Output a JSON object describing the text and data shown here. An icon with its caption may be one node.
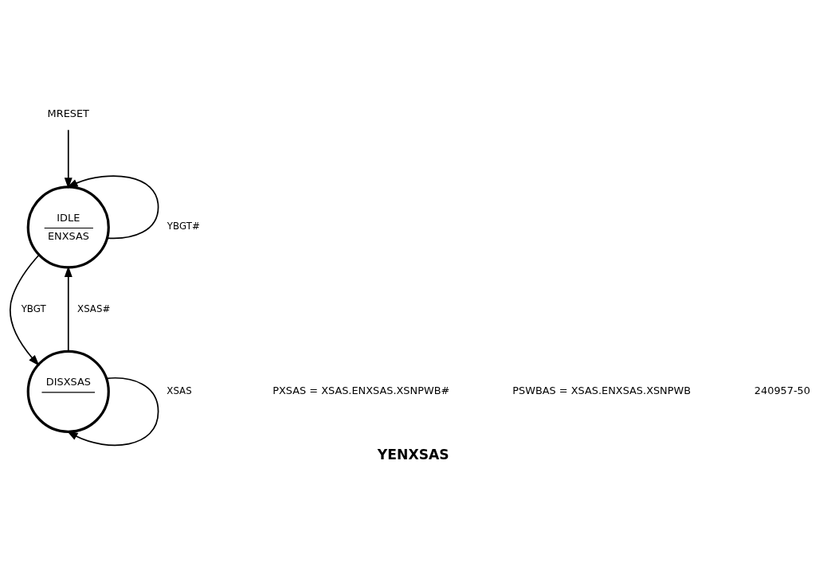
{
  "diagram": {
    "caption": "YENXSAS",
    "nodes": [
      {
        "text": [
          "MRESET"
        ]
      },
      {
        "text": [
          "IDLE",
          "ENXSAS"
        ]
      },
      {
        "text": [
          "DISXSAS"
        ]
      }
    ],
    "edges": [
      {
        "from": 0,
        "to": 1,
        "arrow": "to"
      },
      {
        "from": 1,
        "to": 1,
        "arrow": "to",
        "label": "YBGT#"
      },
      {
        "from": 1,
        "to": 2,
        "arrow": "to",
        "label": "YBGT"
      },
      {
        "from": 2,
        "to": 1,
        "arrow": "to",
        "label": "XSAS#"
      },
      {
        "from": 2,
        "to": 2,
        "arrow": "to",
        "label": "XSAS"
      }
    ],
    "labels": [
      "PXSAS = XSAS.ENXSAS.XSNPWB#",
      "PSWBAS = XSAS.ENXSAS.XSNPWB",
      "240957-50"
    ]
  }
}
